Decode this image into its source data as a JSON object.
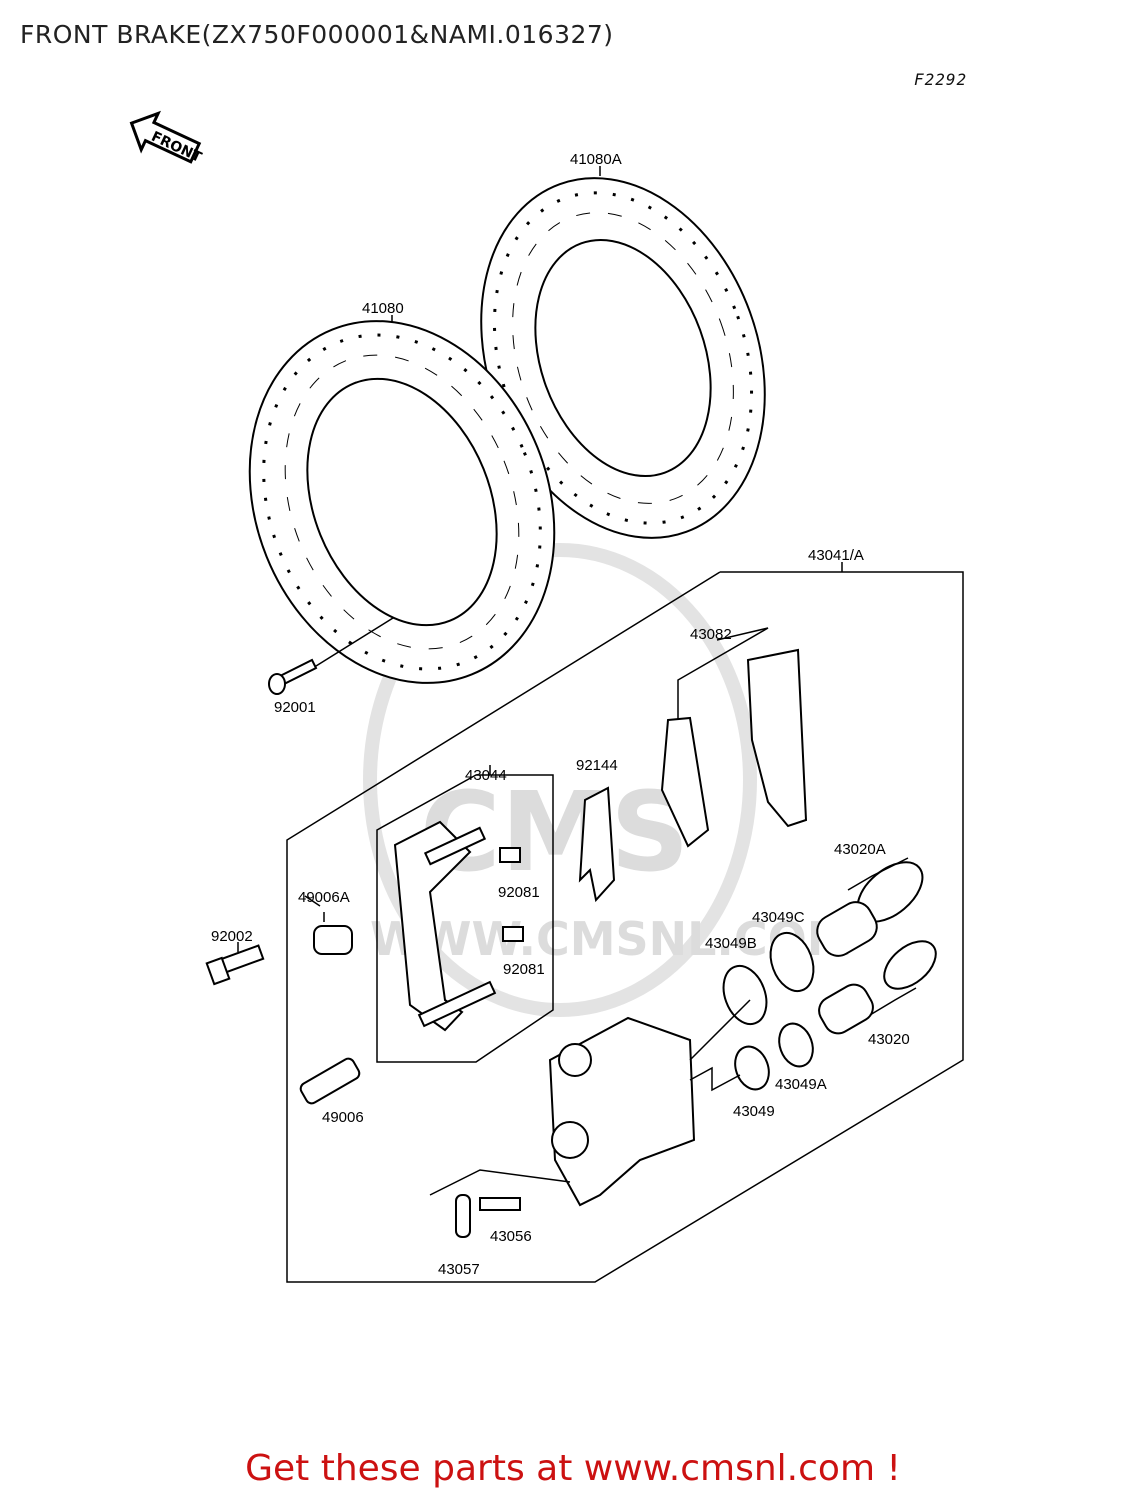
{
  "title": "FRONT BRAKE(ZX750F000001&NAMI.016327)",
  "diagram_code": "F2292",
  "front_arrow_label": "FRONT",
  "watermark": {
    "logo": "CMS",
    "url": "WWW.CMSNL.COM"
  },
  "footer": "Get these parts at www.cmsnl.com !",
  "labels": {
    "p41080A": "41080A",
    "p41080": "41080",
    "p92001": "92001",
    "p43041A": "43041/A",
    "p43082": "43082",
    "p43044": "43044",
    "p92144": "92144",
    "p43020A": "43020A",
    "p49006A": "49006A",
    "p92081a": "92081",
    "p92081b": "92081",
    "p43049C": "43049C",
    "p92002": "92002",
    "p43049B": "43049B",
    "p43020": "43020",
    "p49006": "49006",
    "p43049A": "43049A",
    "p43049": "43049",
    "p43056": "43056",
    "p43057": "43057"
  }
}
